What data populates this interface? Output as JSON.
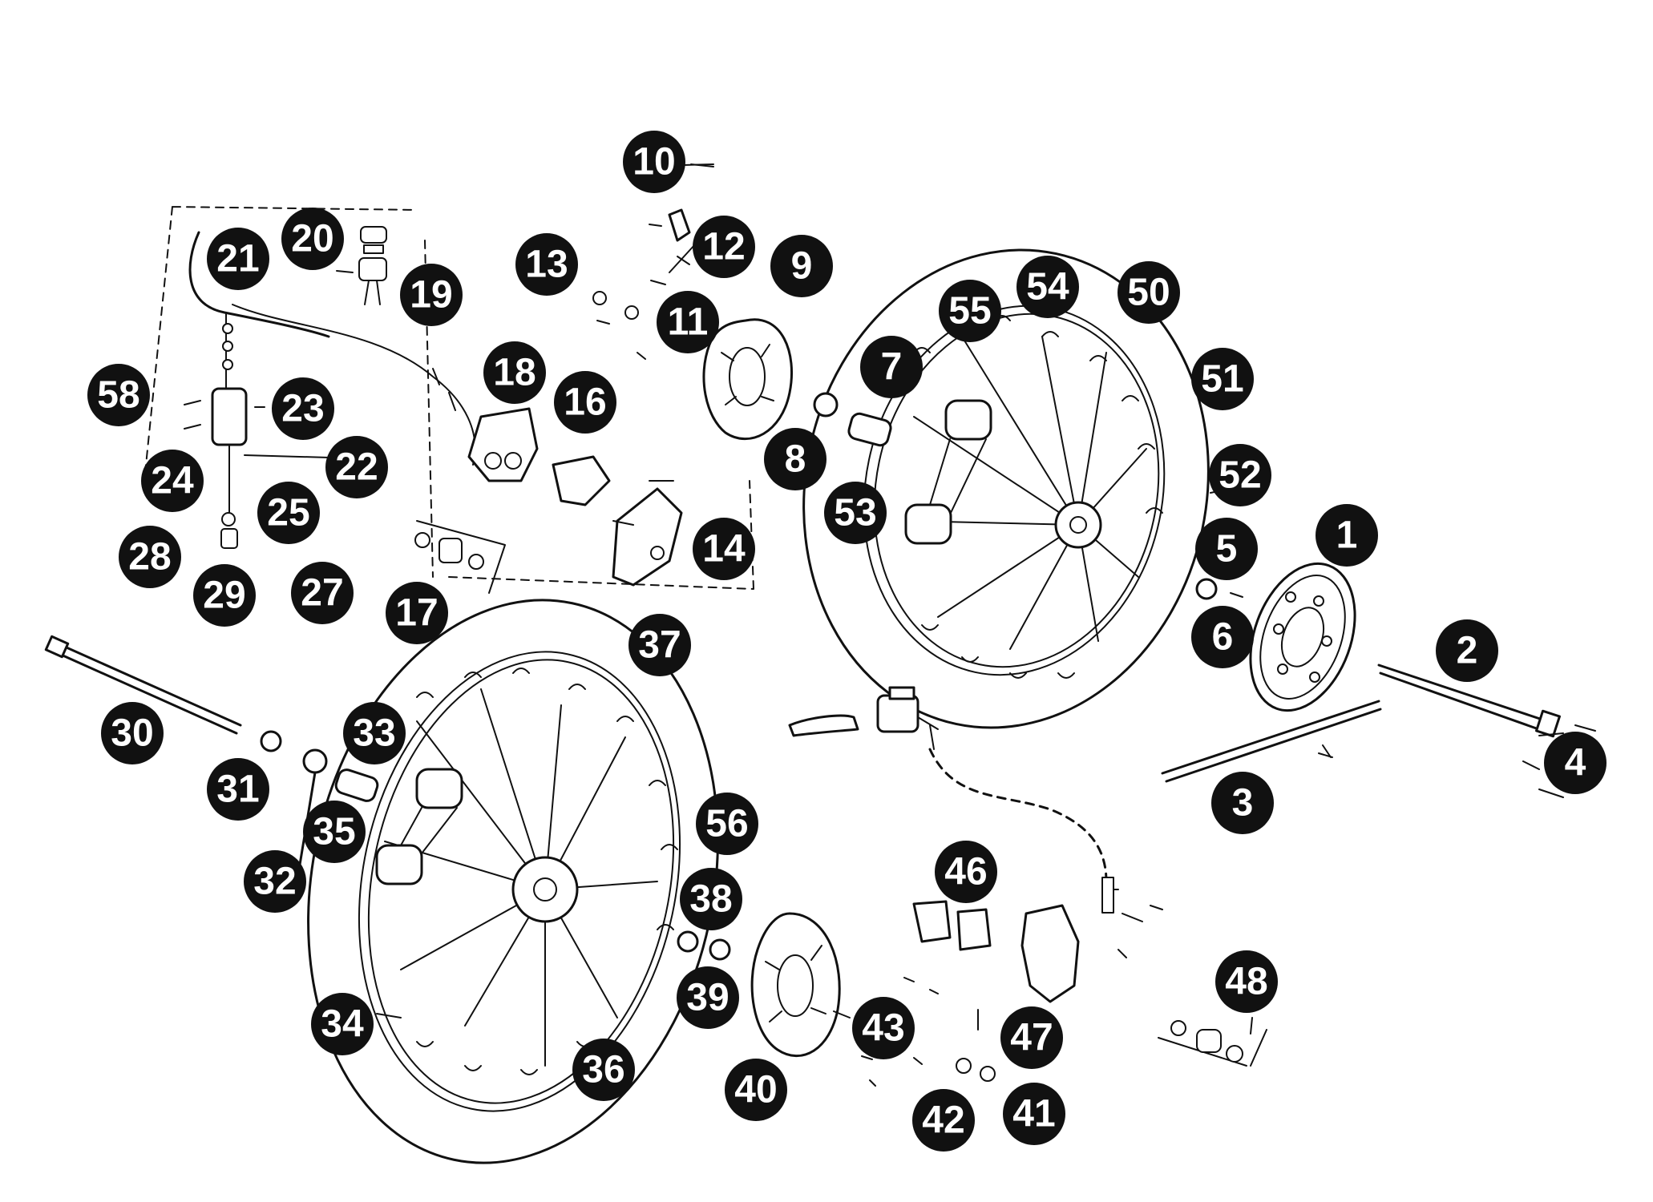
{
  "diagram": {
    "colors": {
      "background": "#ffffff",
      "ink": "#111111",
      "callout_fill": "#000000",
      "callout_text": "#ffffff"
    },
    "callouts": [
      {
        "label": "1"
      },
      {
        "label": "2"
      },
      {
        "label": "3"
      },
      {
        "label": "4"
      },
      {
        "label": "5"
      },
      {
        "label": "6"
      },
      {
        "label": "7"
      },
      {
        "label": "8"
      },
      {
        "label": "9"
      },
      {
        "label": "10"
      },
      {
        "label": "11"
      },
      {
        "label": "12"
      },
      {
        "label": "13"
      },
      {
        "label": "14"
      },
      {
        "label": "16"
      },
      {
        "label": "17"
      },
      {
        "label": "18"
      },
      {
        "label": "19"
      },
      {
        "label": "20"
      },
      {
        "label": "21"
      },
      {
        "label": "22"
      },
      {
        "label": "23"
      },
      {
        "label": "24"
      },
      {
        "label": "25"
      },
      {
        "label": "27"
      },
      {
        "label": "28"
      },
      {
        "label": "29"
      },
      {
        "label": "30"
      },
      {
        "label": "31"
      },
      {
        "label": "32"
      },
      {
        "label": "33"
      },
      {
        "label": "34"
      },
      {
        "label": "35"
      },
      {
        "label": "36"
      },
      {
        "label": "37"
      },
      {
        "label": "38"
      },
      {
        "label": "39"
      },
      {
        "label": "40"
      },
      {
        "label": "41"
      },
      {
        "label": "42"
      },
      {
        "label": "43"
      },
      {
        "label": "46"
      },
      {
        "label": "47"
      },
      {
        "label": "48"
      },
      {
        "label": "50"
      },
      {
        "label": "51"
      },
      {
        "label": "52"
      },
      {
        "label": "53"
      },
      {
        "label": "54"
      },
      {
        "label": "55"
      },
      {
        "label": "56"
      },
      {
        "label": "58"
      }
    ]
  }
}
